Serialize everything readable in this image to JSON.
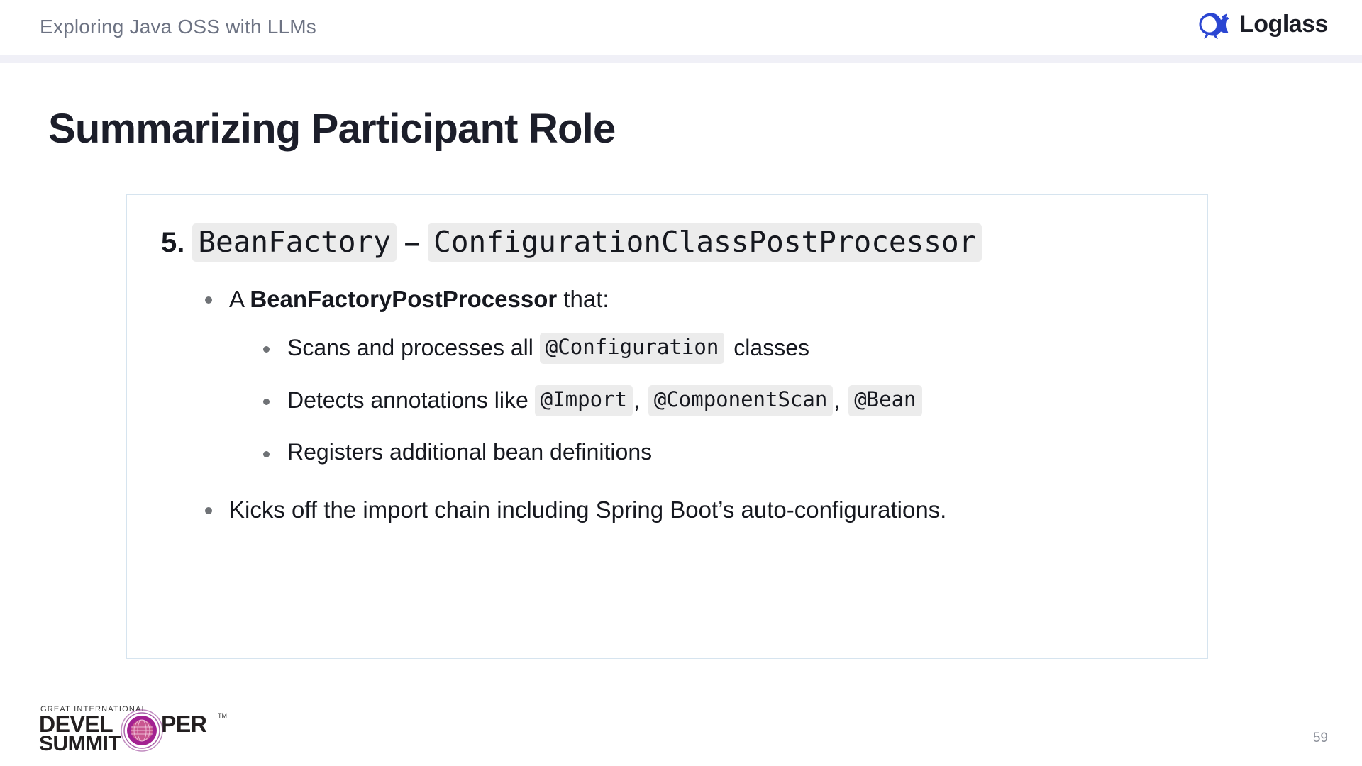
{
  "header": {
    "title": "Exploring Java OSS with LLMs",
    "brand_name": "Loglass",
    "brand_icon": "whale-icon",
    "brand_color": "#2b46d2",
    "rule_color": "#f0f0f7"
  },
  "slide": {
    "page_title": "Summarizing Participant Role",
    "page_number": "59",
    "card_border_color": "#d6e4ef",
    "code_background": "#ececec"
  },
  "content": {
    "item_number": "5.",
    "item_code_left": "BeanFactory",
    "item_dash": "–",
    "item_code_right": "ConfigurationClassPostProcessor",
    "bullet_1_pre": "A ",
    "bullet_1_bold": "BeanFactoryPostProcessor",
    "bullet_1_post": " that:",
    "sub_1_pre": "Scans and processes all",
    "sub_1_code": "@Configuration",
    "sub_1_post": "classes",
    "sub_2_pre": "Detects annotations like",
    "sub_2_code_1": "@Import",
    "sub_2_comma_1": ",",
    "sub_2_code_2": "@ComponentScan",
    "sub_2_comma_2": ",",
    "sub_2_code_3": "@Bean",
    "sub_3": "Registers additional bean definitions",
    "bullet_2": "Kicks off the import chain including Spring Boot’s auto-configurations."
  },
  "footer": {
    "event_tagline": "GREAT INTERNATIONAL",
    "event_line1_a": "DEVEL",
    "event_line1_b": "PER",
    "event_line2": "SUMMIT",
    "trademark": "TM",
    "globe_color": "#a32191",
    "ring_color": "#8e2d8c"
  }
}
